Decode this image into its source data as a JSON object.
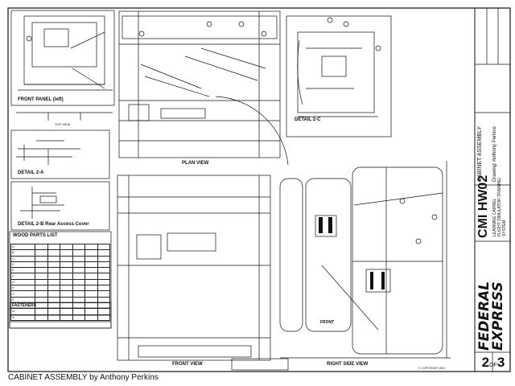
{
  "caption": "CABINET ASSEMBLY by Anthony Perkins",
  "title_block": {
    "company": "FEDERAL EXPRESS",
    "drawing_id": "CMI HW02",
    "subtitle_lines": [
      "LEARNING CARREL",
      "FLIGHT SIMULATOR TRAINING",
      "SYSTEM"
    ],
    "drawing_title": "CABINET ASSEMBLY",
    "drawn_by": "Drawing: Anthony Perkins",
    "sheet_number": "2",
    "sheet_of": "OF",
    "sheet_total": "3"
  },
  "views": {
    "front_panel_left": "FRONT PANEL (left)",
    "top_view": "TOP VIEW",
    "detail_2a": "DETAIL 2-A",
    "detail_2b": "DETAIL 2-B  Rear Access Cover",
    "detail_2c": "DETAIL 2-C",
    "plan_view": "PLAN VIEW",
    "front_view": "FRONT VIEW",
    "right_side_view": "RIGHT SIDE VIEW",
    "front_label": "FRONT"
  },
  "tables": {
    "wood_parts_title": "WOOD PARTS LIST",
    "wood_parts_rows": [
      "A",
      "B",
      "C",
      "D",
      "E",
      "F",
      "G",
      "H",
      "J",
      "K",
      "L",
      "M",
      "N"
    ],
    "fasteners_title": "FASTENERS"
  },
  "annotations": {
    "copyright": "© COPYRIGHT 1991"
  }
}
